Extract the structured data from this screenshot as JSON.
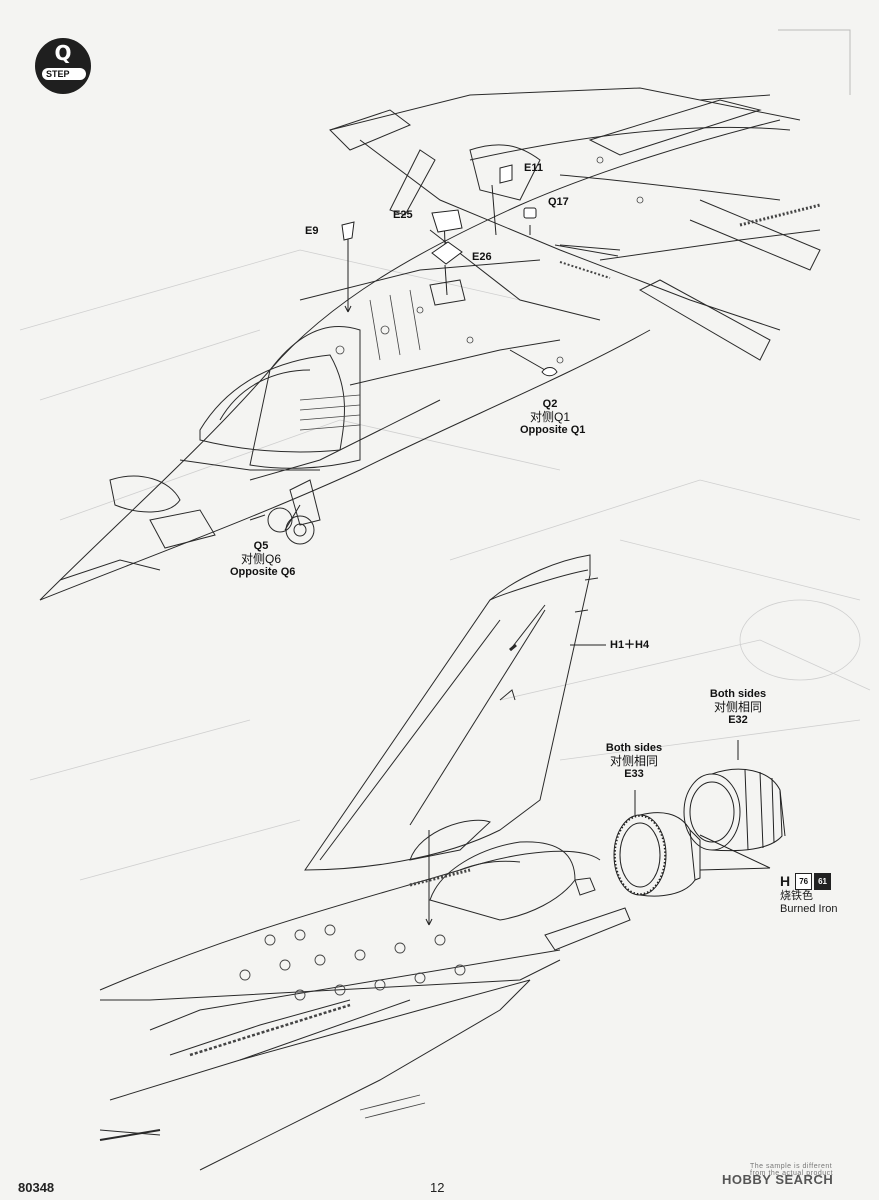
{
  "step": {
    "letter": "Q",
    "word": "STEP"
  },
  "callouts": {
    "e11": "E11",
    "q17": "Q17",
    "e9": "E9",
    "e25": "E25",
    "e26": "E26",
    "q2": "Q2",
    "q2_cn": "对侧Q1",
    "q2_en": "Opposite Q1",
    "q5": "Q5",
    "q5_cn": "对侧Q6",
    "q5_en": "Opposite Q6",
    "h1h4": "H1＋H4",
    "e32_en": "Both sides",
    "e32_cn": "对侧相同",
    "e32": "E32",
    "e33_en": "Both sides",
    "e33_cn": "对侧相同",
    "e33": "E33"
  },
  "paint": {
    "code": "H",
    "chip1": "76",
    "chip2": "61",
    "name_cn": "烧铁色",
    "name_en": "Burned Iron"
  },
  "footer": {
    "kit_number": "80348",
    "page_number": "12",
    "watermark": "HOBBY SEARCH",
    "watermark_sub": "The sample is different from the actual product"
  }
}
